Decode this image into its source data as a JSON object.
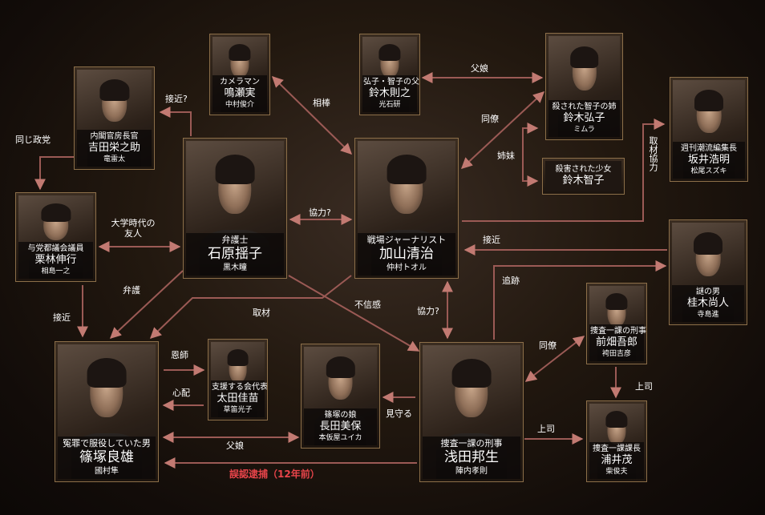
{
  "colors": {
    "connector": "#9b5a55",
    "accent_red": "#e8444a",
    "card_border": "#8c6f49"
  },
  "characters": {
    "kameraman": {
      "role": "カメラマン",
      "name": "鳴瀬実",
      "actor": "中村俊介"
    },
    "suzuki_father": {
      "role": "弘子・智子の父",
      "name": "鈴木則之",
      "actor": "光石研"
    },
    "suzuki_hiroko": {
      "role": "殺された智子の姉",
      "name": "鈴木弘子",
      "actor": "ミムラ"
    },
    "suzuki_tomoko": {
      "role": "殺害された少女",
      "name": "鈴木智子",
      "actor": ""
    },
    "yoshida": {
      "role": "内閣官房長官",
      "name": "吉田栄之助",
      "actor": "竜雷太"
    },
    "sakai": {
      "role": "週刊潮流編集長",
      "name": "坂井浩明",
      "actor": "松尾スズキ"
    },
    "ishihara": {
      "role": "弁護士",
      "name": "石原揺子",
      "actor": "黒木瞳"
    },
    "kayama": {
      "role": "戦場ジャーナリスト",
      "name": "加山清治",
      "actor": "仲村トオル"
    },
    "kuribayashi": {
      "role": "与党都議会議員",
      "name": "栗林伸行",
      "actor": "相島一之"
    },
    "katsuragi": {
      "role": "謎の男",
      "name": "桂木尚人",
      "actor": "寺島進"
    },
    "maehata": {
      "role": "捜査一課の刑事",
      "name": "前畑吾郎",
      "actor": "袴田吉彦"
    },
    "shinozuka": {
      "role": "冤罪で服役していた男",
      "name": "篠塚良雄",
      "actor": "國村隼"
    },
    "ota": {
      "role": "支援する会代表",
      "name": "太田佳苗",
      "actor": "草笛光子"
    },
    "nagata": {
      "role": "篠塚の娘",
      "name": "長田美保",
      "actor": "本仮屋ユイカ"
    },
    "asada": {
      "role": "捜査一課の刑事",
      "name": "浅田邦生",
      "actor": "陣内孝則"
    },
    "urai": {
      "role": "捜査一課課長",
      "name": "浦井茂",
      "actor": "柴俊夫"
    }
  },
  "relations": {
    "sekkin1": "接近?",
    "aibou": "相棒",
    "oyako1": "父娘",
    "douryou1": "同僚",
    "shimai": "姉妹",
    "onaji_seitou": "同じ政党",
    "shuzai_kyouryoku": "取材協力",
    "daigaku": "大学時代の\n友人",
    "kyouryoku1": "協力?",
    "sekkin2": "接近",
    "bengo": "弁護",
    "shuzai": "取材",
    "fushinkan": "不信感",
    "kyouryoku2": "協力?",
    "tsuiseki": "追跡",
    "sekkin3": "接近",
    "onshi": "恩師",
    "shinpai": "心配",
    "mimamoru": "見守る",
    "douryou2": "同僚",
    "joushi1": "上司",
    "joushi2": "上司",
    "oyako2": "父娘",
    "gonin": "誤認逮捕（12年前）"
  }
}
